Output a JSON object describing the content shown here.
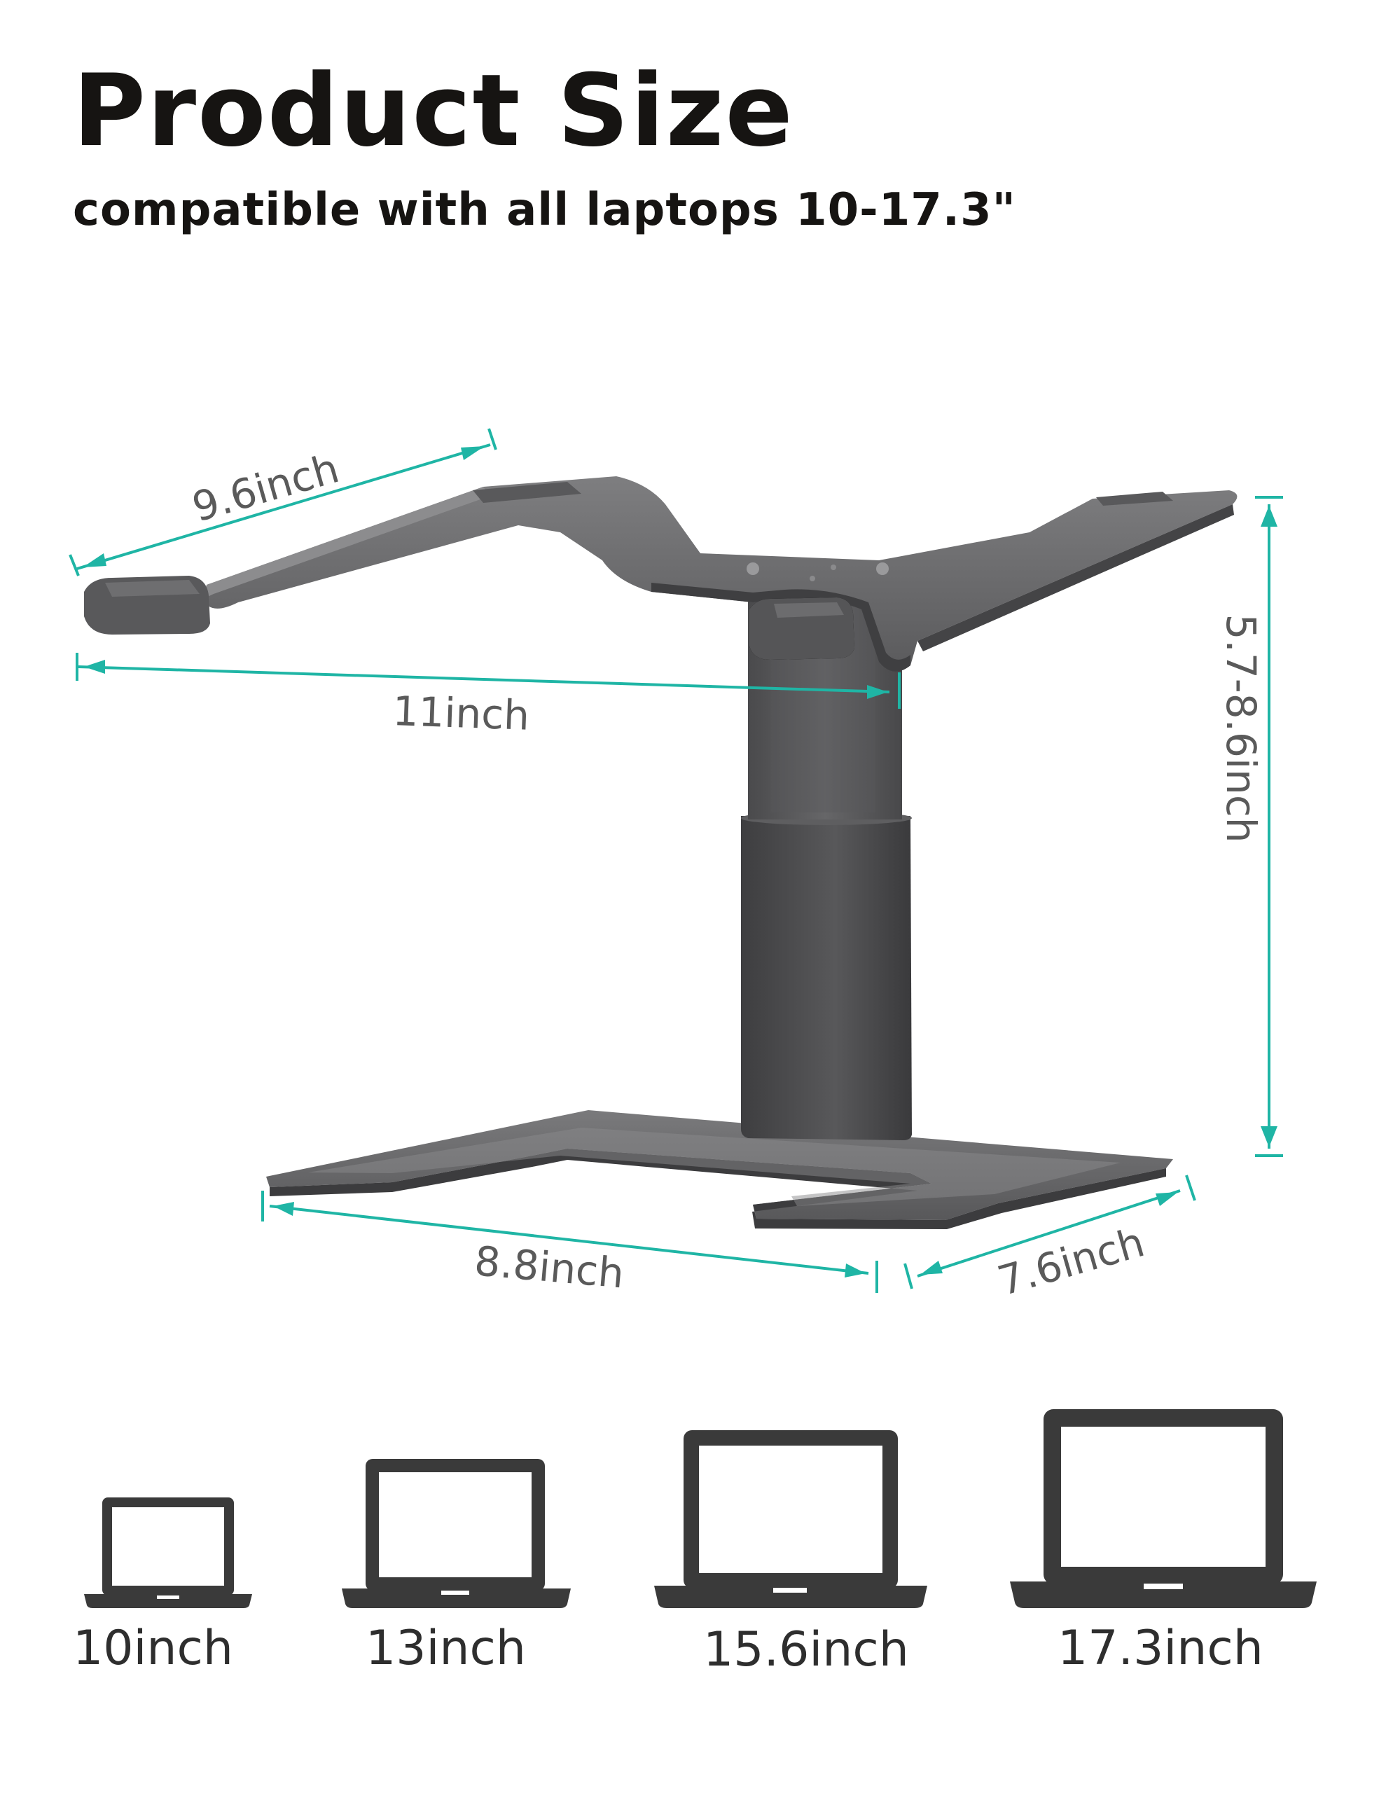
{
  "header": {
    "title": "Product Size",
    "subtitle": "compatible with all laptops 10-17.3\""
  },
  "dimensions": {
    "top_depth": "9.6inch",
    "top_width": "11inch",
    "height_range": "5.7-8.6inch",
    "base_width": "8.8inch",
    "base_depth": "7.6inch"
  },
  "laptop_sizes": [
    {
      "label": "10inch"
    },
    {
      "label": "13inch"
    },
    {
      "label": "15.6inch"
    },
    {
      "label": "17.3inch"
    }
  ],
  "colors": {
    "accent": "#1fb5a5",
    "stand_dark": "#4d4d4f",
    "stand_mid": "#6b6b6d",
    "text_dark": "#161412",
    "icon": "#3a3a3a"
  },
  "icons": [
    "laptop-stand-illustration",
    "laptop-icon"
  ]
}
